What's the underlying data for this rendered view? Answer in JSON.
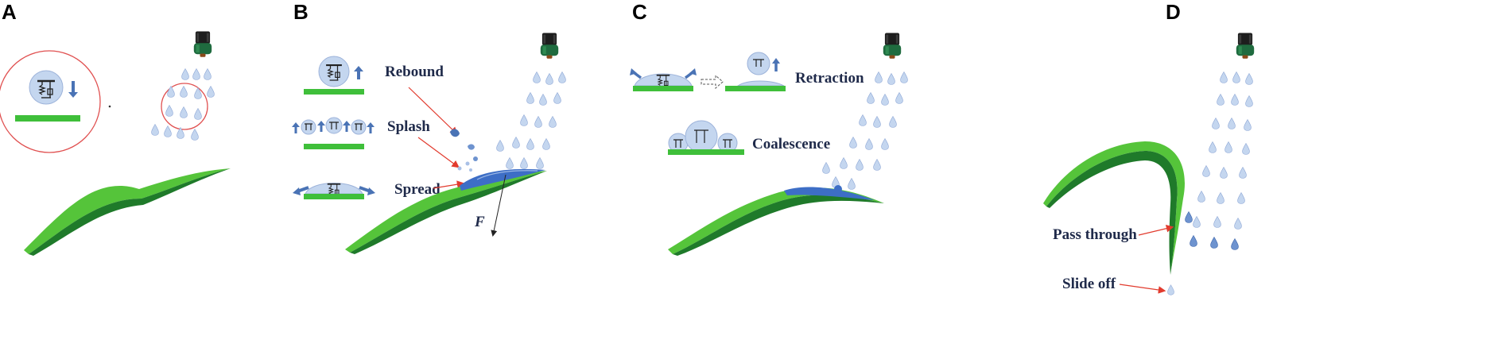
{
  "panels": [
    {
      "letter": "A"
    },
    {
      "letter": "B",
      "labels": {
        "rebound": "Rebound",
        "splash": "Splash",
        "spread": "Spread",
        "force": "F"
      }
    },
    {
      "letter": "C",
      "labels": {
        "retraction": "Retraction",
        "coalescence": "Coalescence"
      }
    },
    {
      "letter": "D",
      "labels": {
        "pass_through": "Pass through",
        "slide_off": "Slide off"
      }
    }
  ],
  "colors": {
    "leaf_light": "#55c43a",
    "leaf_dark": "#1f7a2a",
    "surface": "#3fbf3a",
    "droplet": "#c4d6ef",
    "droplet_edge": "#8fa8d6",
    "arrow": "#4a73b5",
    "pointer": "#e23b2e",
    "nozzle": "#1d1d1d",
    "nozzle_ring": "#1f6b3f"
  }
}
